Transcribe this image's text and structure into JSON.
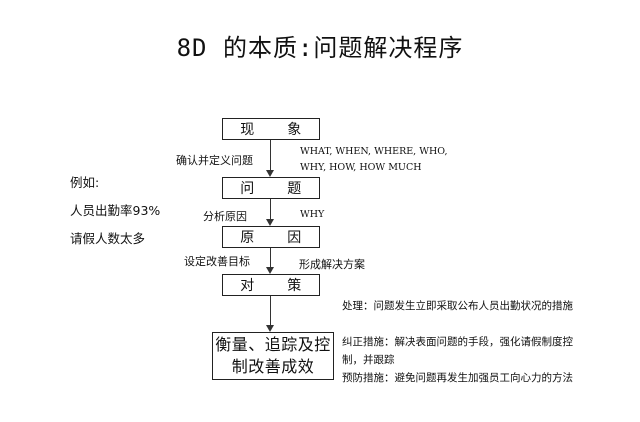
{
  "title": "8D 的本质:问题解决程序",
  "boxes": {
    "phenomenon": [
      "现",
      "象"
    ],
    "problem": [
      "问",
      "题"
    ],
    "cause": [
      "原",
      "因"
    ],
    "countermeasure": [
      "对",
      "策"
    ],
    "final": [
      "衡量、追踪及控",
      "制改善成效"
    ]
  },
  "left_labels": {
    "confirm_define": "确认并定义问题",
    "analyze_cause": "分析原因",
    "set_target": "设定改善目标"
  },
  "right_labels": {
    "questions_line1": "WHAT, WHEN, WHERE, WHO,",
    "questions_line2": "WHY, HOW, HOW MUCH",
    "why": "WHY",
    "solution_plan": "形成解决方案"
  },
  "example": {
    "heading": "例如:",
    "item1": "人员出勤率93%",
    "item2": "请假人数太多"
  },
  "notes": {
    "handling": "处理：问题发生立即采取公布人员出勤状况的措施",
    "correction": "纠正措施：解决表面问题的手段，强化请假制度控制，并跟踪",
    "prevention": "预防措施：避免问题再发生加强员工向心力的方法"
  }
}
